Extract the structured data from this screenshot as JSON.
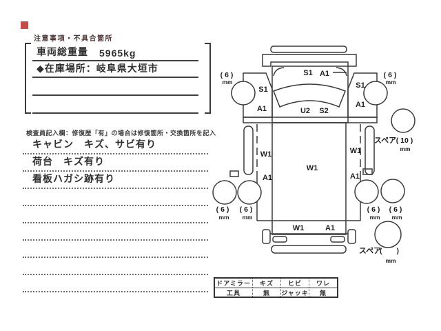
{
  "colors": {
    "notice_marker": "#c64a45",
    "ink": "#2f2f2f"
  },
  "notice": {
    "title": "注意事項・不具合箇所",
    "weight_label": "車両総重量",
    "weight_value": "5965kg",
    "location": "◆在庫場所：岐阜県大垣市"
  },
  "inspector": {
    "note": "検査員記入欄：修復歴「有」の場合は修復箇所・交換箇所を記入",
    "entries": [
      "キャビン　キズ、サビ有り",
      "荷台　キズ有り",
      "看板ハガシ跡有り"
    ]
  },
  "diagram": {
    "cab": {
      "top_s1": "S1",
      "top_a1": "A1",
      "left_s1": "S1",
      "left_a1": "A1",
      "right_s1": "S1",
      "right_a1": "A1",
      "u2": "U2",
      "s2": "S2"
    },
    "bed": {
      "left_w1": "W1",
      "left_a1": "A1",
      "right_w1": "W1",
      "right_a1": "A1",
      "center_w1": "W1",
      "bottom_w1": "W1",
      "bottom_a1": "A1"
    },
    "tires": {
      "front_left": {
        "depth": "( 6 )",
        "unit": "mm"
      },
      "front_right": {
        "depth": "( 6 )",
        "unit": "mm"
      },
      "rear_left_outer": {
        "depth": "( 6 )",
        "unit": "mm"
      },
      "rear_left_inner": {
        "depth": "( 6 )",
        "unit": "mm"
      },
      "rear_right_inner": {
        "depth": "( 6 )",
        "unit": "mm"
      },
      "rear_right_outer": {
        "depth": "( 6 )",
        "unit": "mm"
      },
      "spare_top": {
        "label": "スペア",
        "depth": "( 10 )",
        "unit": "mm"
      },
      "spare_bottom": {
        "label": "スペア",
        "depth": "(　　)",
        "unit": "mm"
      }
    }
  },
  "table": {
    "rows": [
      [
        "ドアミラー",
        "キズ",
        "ヒビ",
        "ワレ"
      ],
      [
        "工具",
        "無",
        "ジャッキ",
        "無"
      ]
    ]
  }
}
